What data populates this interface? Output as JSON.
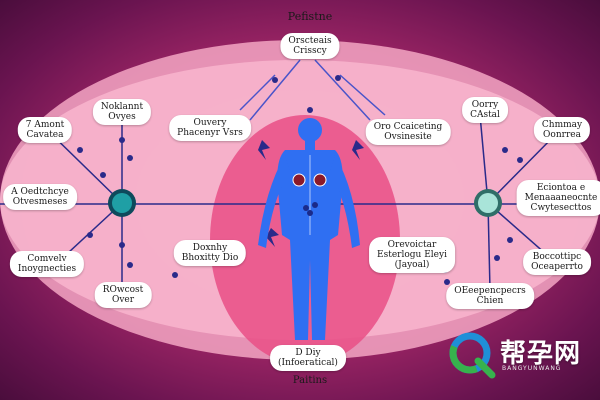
{
  "diagram": {
    "labels": {
      "top_title": "Pefistne",
      "top_sub1": "Orscteais",
      "top_sub2": "Crisscy",
      "bottom_line1": "D Diy",
      "bottom_line2": "(Infoeratical)",
      "bottom_title": "Paitins",
      "left_top1": "7 Amont",
      "left_top2": "Cavatea",
      "left_upper1": "Noklannt",
      "left_upper2": "Ovyes",
      "left_center1": "Ouvery",
      "left_center2": "Phacenyr Vsrs",
      "left_mid1": "A Oedtchcye",
      "left_mid2": "Otvesmeses",
      "left_lower1": "Comvelv",
      "left_lower2": "Inoygnecties",
      "left_bottom1": "ROwcost",
      "left_bottom2": "Over",
      "left_low_center1": "Doxnhy",
      "left_low_center2": "Bhoxitty Dio",
      "right_center1": "Oro Ccaiceting",
      "right_center2": "Ovsinesite",
      "right_upper1": "Oorry",
      "right_upper2": "CAstal",
      "right_top1": "Chmmay",
      "right_top2": "Oonrrea",
      "right_mid1": "Eciontoa e",
      "right_mid2": "Menaaaneocnte",
      "right_mid3": "Cwytesecttos",
      "right_low_center1": "Orevoictar",
      "right_low_center2": "Esterlogu Eleyi",
      "right_low_center3": "(Jayoal)",
      "right_lower1": "Boccottipc",
      "right_lower2": "Oceaperrto",
      "right_bottom1": "OEeepencpecrs",
      "right_bottom2": "Chien"
    }
  },
  "watermark": {
    "text": "帮孕网",
    "sub": "BANGYUNWANG"
  },
  "colors": {
    "body": "#2f6ff2",
    "line": "#2a2a8a",
    "organ": "#8b1a2a",
    "node_left": "#1f9fa5",
    "node_right": "#a9e4d9"
  }
}
